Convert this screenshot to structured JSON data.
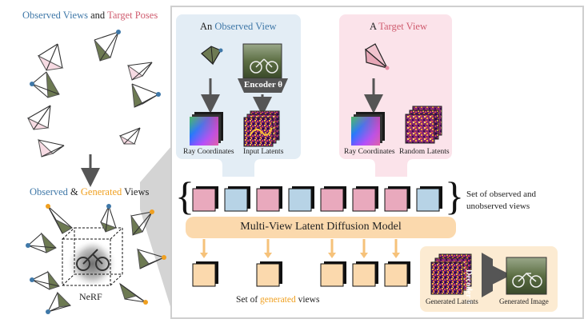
{
  "colors": {
    "observed": "#3f78a8",
    "target": "#cf5b6e",
    "generated": "#f0a020",
    "panel_blue": "#e3edf5",
    "panel_pink": "#fbe3ea",
    "panel_orange": "#fcebd2",
    "token_pink": "#e9a9bd",
    "token_blue": "#b7d3e6",
    "token_orange": "#fbd9ad"
  },
  "left_top": {
    "p1": "Observed Views",
    "p2": " and ",
    "p3": "Target Poses"
  },
  "left_bottom": {
    "p1": "Observed",
    "p2": " & ",
    "p3": "Generated",
    "p4": " Views",
    "nerf": "NeRF"
  },
  "observed_panel": {
    "p1": "An ",
    "p2": "Observed View",
    "encoder": "Encoder θ",
    "ray": "Ray Coordinates",
    "latents": "Input Latents"
  },
  "target_panel": {
    "p1": "A ",
    "p2": "Target View",
    "ray": "Ray Coordinates",
    "latents": "Random Latents"
  },
  "set_label": {
    "line1": "Set of observed and",
    "line2": "unobserved views"
  },
  "model": {
    "label": "Multi-View Latent Diffusion Model"
  },
  "generated_set": {
    "p1": "Set of ",
    "p2": "generated",
    "p3": " views"
  },
  "decoder_panel": {
    "decoder": "Decoder θ",
    "gen_latents": "Generated Latents",
    "gen_image": "Generated Image"
  }
}
